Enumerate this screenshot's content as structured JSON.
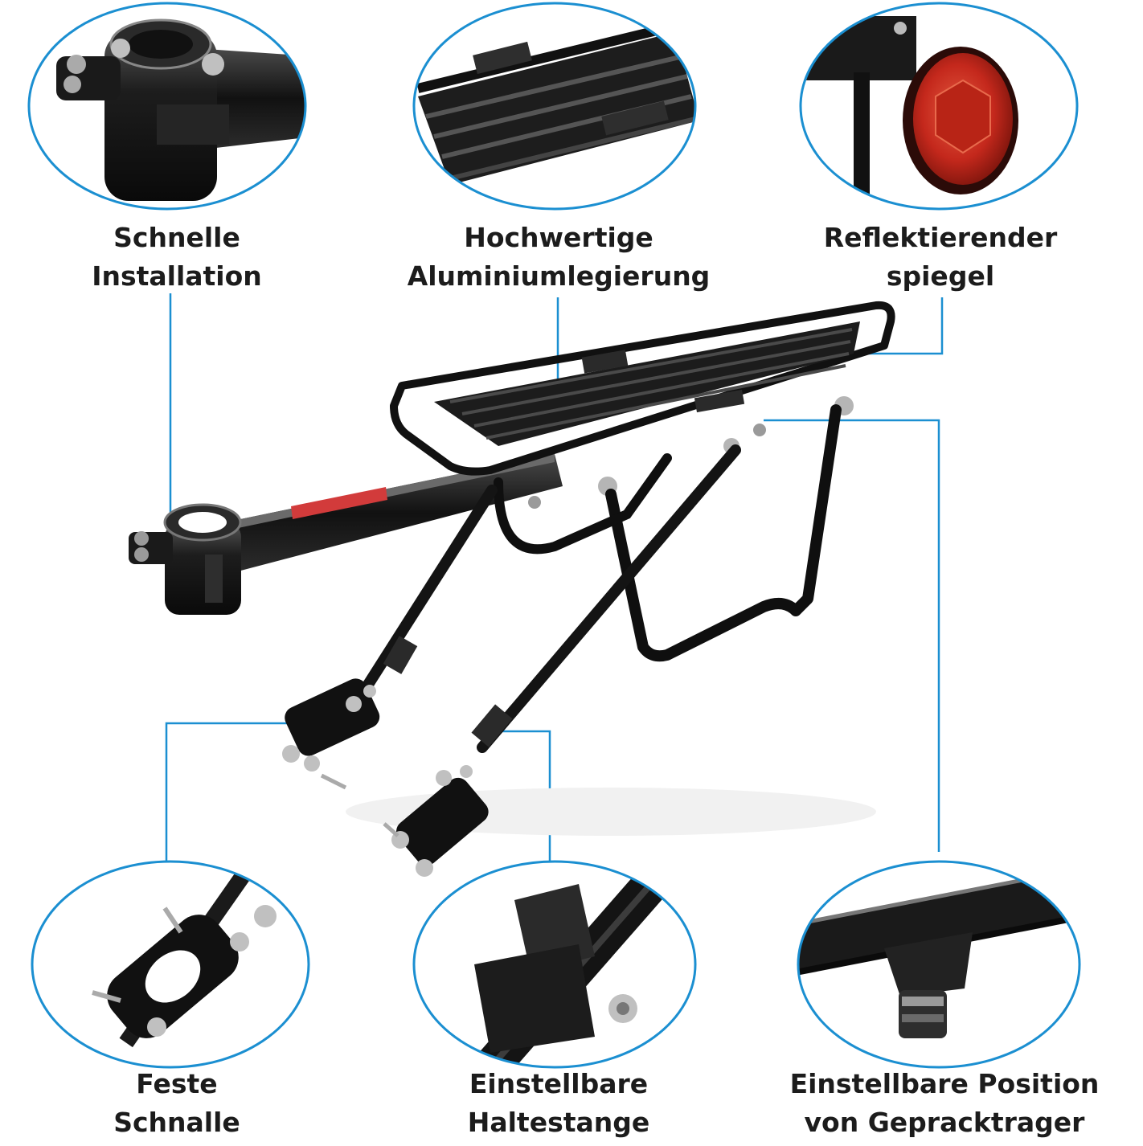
{
  "features": [
    {
      "line1": "Schnelle",
      "line2": "Installation"
    },
    {
      "line1": "Hochwertige",
      "line2": "Aluminiumlegierung"
    },
    {
      "line1": "Reflektierender",
      "line2": "spiegel"
    },
    {
      "line1": "Feste",
      "line2": "Schnalle"
    },
    {
      "line1": "Einstellbare",
      "line2": "Haltestange"
    },
    {
      "line1": "Einstellbare Position",
      "line2": "von Gepracktrager"
    }
  ],
  "colors": {
    "callout_line": "#1b8fd1",
    "circle_border": "#1b8fd1",
    "metal_dark": "#1a1a1a",
    "metal_mid": "#3a3a3a",
    "highlight": "#8a8a8a",
    "reflector": "#c4281c",
    "sticker": "#d23b3b",
    "text": "#1c1c1c"
  },
  "icons": [
    "seatpost-clamp-icon",
    "rack-platform-icon",
    "reflector-icon",
    "strut-clamp-icon",
    "adjustable-strut-icon",
    "mount-bolt-icon"
  ]
}
